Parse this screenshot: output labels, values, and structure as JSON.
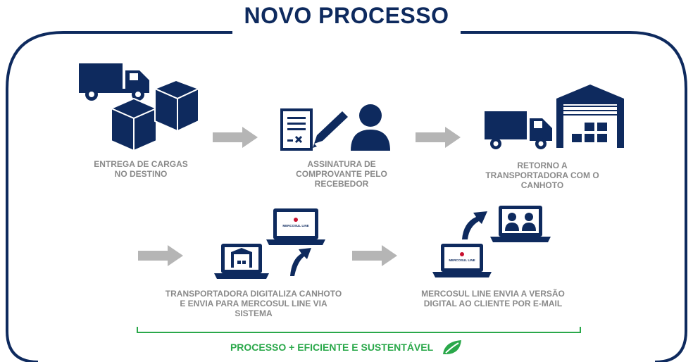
{
  "title": "NOVO PROCESSO",
  "steps": [
    {
      "label_lines": [
        "ENTREGA DE CARGAS",
        "NO DESTINO"
      ]
    },
    {
      "label_lines": [
        "ASSINATURA DE",
        "COMPROVANTE PELO",
        "RECEBEDOR"
      ]
    },
    {
      "label_lines": [
        "RETORNO A",
        "TRANSPORTADORA COM O",
        "CANHOTO"
      ]
    },
    {
      "label_lines": [
        "TRANSPORTADORA DIGITALIZA CANHOTO",
        "E ENVIA PARA MERCOSUL LINE VIA",
        "SISTEMA"
      ]
    },
    {
      "label_lines": [
        "MERCOSUL LINE ENVIA A VERSÃO",
        "DIGITAL AO CLIENTE POR E-MAIL"
      ]
    }
  ],
  "brand_name": "MERCOSUL LINE",
  "footer": "PROCESSO + EFICIENTE E SUSTENTÁVEL",
  "colors": {
    "navy": "#0e2a5e",
    "gray_arrow": "#b5b5b5",
    "label_gray": "#8a8a8a",
    "green": "#2aa84a"
  },
  "icons": [
    "truck-icon",
    "box-icon",
    "document-icon",
    "pen-icon",
    "person-icon",
    "warehouse-icon",
    "laptop-icon",
    "arrow-up-icon",
    "leaf-icon",
    "process-arrow-icon"
  ]
}
